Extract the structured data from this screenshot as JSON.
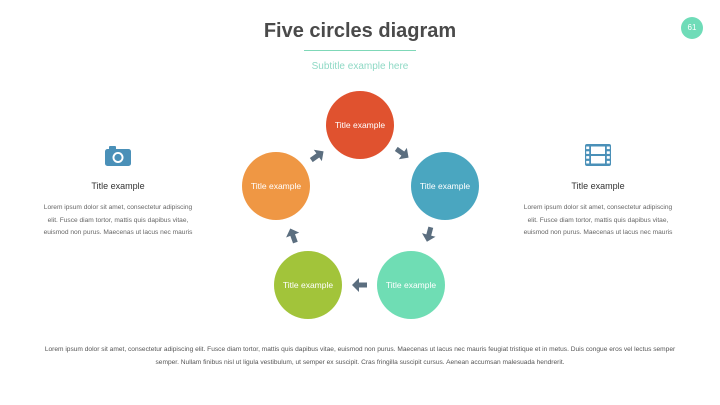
{
  "header": {
    "title": "Five circles diagram",
    "subtitle": "Subtitle example here",
    "page_number": "61"
  },
  "colors": {
    "accent": "#7fd8b8",
    "subtitle": "#8fd9c5",
    "badge": "#6fdcb8",
    "arrow": "#5b6e7f",
    "icon": "#4a90b8",
    "circle_red": "#e0522f",
    "circle_blue": "#4aa6c0",
    "circle_green": "#6fddb4",
    "circle_lime": "#a2c43a",
    "circle_orange": "#ef9744"
  },
  "left_panel": {
    "icon": "camera-icon",
    "title": "Title example",
    "text": "Lorem ipsum dolor sit amet, consectetur adipiscing elit. Fusce diam tortor, mattis quis dapibus vitae, euismod non purus. Maecenas ut lacus nec mauris"
  },
  "right_panel": {
    "icon": "film-icon",
    "title": "Title example",
    "text": "Lorem ipsum dolor sit amet, consectetur adipiscing elit. Fusce diam tortor, mattis quis dapibus vitae, euismod non purus. Maecenas ut lacus nec mauris"
  },
  "circles": [
    {
      "label": "Title example",
      "color": "#e0522f"
    },
    {
      "label": "Title example",
      "color": "#4aa6c0"
    },
    {
      "label": "Title example",
      "color": "#6fddb4"
    },
    {
      "label": "Title example",
      "color": "#a2c43a"
    },
    {
      "label": "Title example",
      "color": "#ef9744"
    }
  ],
  "footer": {
    "text": "Lorem ipsum dolor sit amet, consectetur adipiscing elit. Fusce diam tortor, mattis quis dapibus vitae, euismod non purus. Maecenas ut lacus nec mauris feugiat tristique et in metus. Duis congue eros vel lectus semper semper. Nullam finibus nisl ut ligula vestibulum, ut semper ex suscipit. Cras fringilla suscipit cursus. Aenean accumsan malesuada hendrerit."
  }
}
